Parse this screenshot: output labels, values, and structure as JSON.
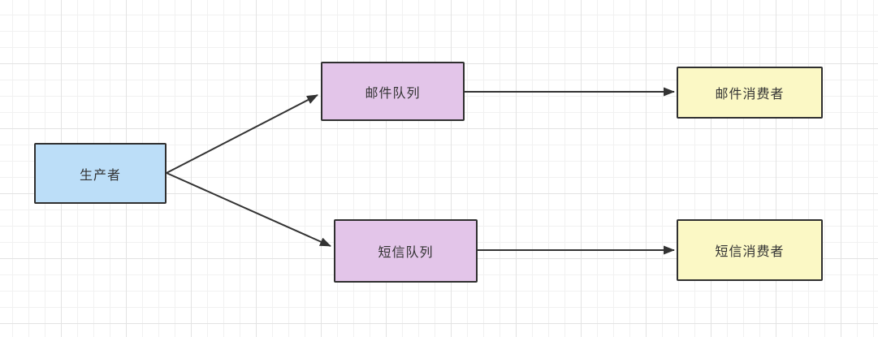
{
  "canvas": {
    "background": "#ffffff",
    "grid_minor_color": "#f1f1f1",
    "grid_major_color": "#e3e3e3",
    "edge_color": "#333333",
    "text_color": "#333333",
    "node_border_color": "#2f2f2f"
  },
  "nodes": [
    {
      "id": "producer",
      "label": "生产者",
      "fill": "#bcdef8"
    },
    {
      "id": "mail-queue",
      "label": "邮件队列",
      "fill": "#e3c5e9"
    },
    {
      "id": "sms-queue",
      "label": "短信队列",
      "fill": "#e3c5e9"
    },
    {
      "id": "mail-consumer",
      "label": "邮件消费者",
      "fill": "#fbf8c5"
    },
    {
      "id": "sms-consumer",
      "label": "短信消费者",
      "fill": "#fbf8c5"
    }
  ],
  "edges": [
    {
      "from": "producer",
      "to": "mail-queue"
    },
    {
      "from": "producer",
      "to": "sms-queue"
    },
    {
      "from": "mail-queue",
      "to": "mail-consumer"
    },
    {
      "from": "sms-queue",
      "to": "sms-consumer"
    }
  ]
}
